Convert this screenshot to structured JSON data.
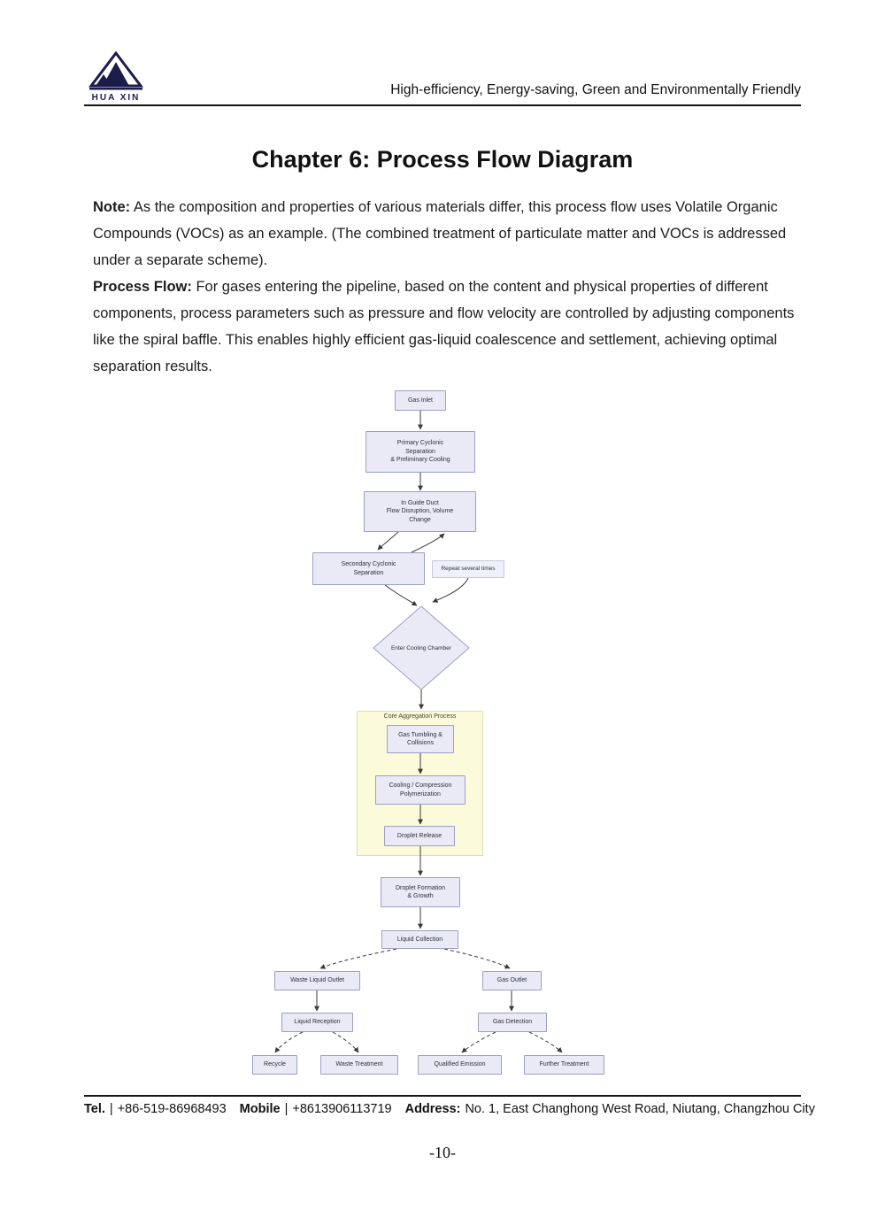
{
  "page": {
    "number": "-10-"
  },
  "header": {
    "logo": {
      "name": "HUA XIN"
    },
    "tagline": "High-efficiency, Energy-saving, Green and Environmentally Friendly"
  },
  "title": "Chapter 6: Process Flow Diagram",
  "body": {
    "note_label": "Note:",
    "note_text": "As the composition and properties of various materials differ, this process flow uses Volatile Organic Compounds (VOCs) as an example. (The combined treatment of particulate matter and VOCs is addressed under a separate scheme).",
    "flow_label": "Process Flow:",
    "flow_text": "For gases entering the pipeline, based on the content and physical properties of different components, process parameters such as pressure and flow velocity are controlled by adjusting components like the spiral baffle. This enables highly efficient gas-liquid coalescence and settlement, achieving optimal separation results."
  },
  "flowchart": {
    "nodes": {
      "gas_inlet": "Gas Inlet",
      "primary_cyclonic": "Primary Cyclonic\nSeparation\n& Preliminary Cooling",
      "guide_duct": "In Guide Duct\nFlow Disruption, Volume\nChange",
      "secondary_cyclonic": "Secondary Cyclonic\nSeparation",
      "repeat_note": "Repeat several times",
      "cooling_chamber": "Enter Cooling Chamber",
      "core_title": "Core Aggregation Process",
      "gas_tumbling": "Gas Tumbling &\nCollisions",
      "cooling_compression": "Cooling / Compression\nPolymerization",
      "droplet_release": "Droplet Release",
      "droplet_formation": "Droplet Formation\n& Growth",
      "liquid_collection": "Liquid Collection",
      "waste_liquid_outlet": "Waste Liquid Outlet",
      "gas_outlet": "Gas Outlet",
      "liquid_reception": "Liquid Reception",
      "gas_detection": "Gas Detection",
      "recycle": "Recycle",
      "waste_treatment": "Waste Treatment",
      "qualified_emission": "Qualified Emission",
      "further_treatment": "Further Treatment"
    },
    "colors": {
      "node_fill": "#e9eaf6",
      "node_border": "#9ba0c4",
      "core_fill": "#fbfbdc",
      "core_border": "#e0e0b0",
      "connector": "#3a3a3a"
    }
  },
  "footer": {
    "tel_label": "Tel.",
    "tel_sep": "|",
    "tel_value": "+86-519-86968493",
    "mobile_label": "Mobile",
    "mobile_sep": "|",
    "mobile_value": "+8613906113719",
    "address_label": "Address:",
    "address_value": "No. 1, East Changhong West Road, Niutang, Changzhou City"
  }
}
